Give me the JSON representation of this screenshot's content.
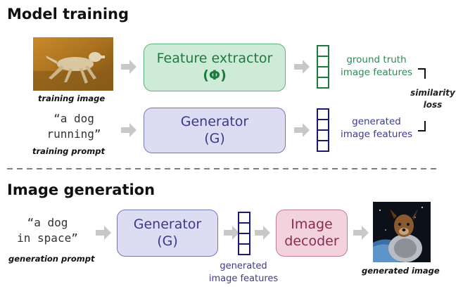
{
  "training": {
    "title": "Model training",
    "image_caption": "training image",
    "prompt_line1": "“a dog",
    "prompt_line2": "running”",
    "prompt_caption": "training prompt",
    "extractor_line1": "Feature extractor",
    "extractor_line2": "(Φ)",
    "generator_line1": "Generator",
    "generator_line2": "(G)",
    "gt_features_line1": "ground truth",
    "gt_features_line2": "image features",
    "gen_features_line1": "generated",
    "gen_features_line2": "image features",
    "similarity_line1": "similarity",
    "similarity_line2": "loss"
  },
  "generation": {
    "title": "Image generation",
    "prompt_line1": "“a dog",
    "prompt_line2": "in space”",
    "prompt_caption": "generation prompt",
    "generator_line1": "Generator",
    "generator_line2": "(G)",
    "features_line1": "generated",
    "features_line2": "image features",
    "decoder_line1": "Image",
    "decoder_line2": "decoder",
    "image_caption": "generated image"
  },
  "colors": {
    "green": "#5bb27a",
    "purple": "#7777b3",
    "pink": "#c27a96",
    "navy": "#1a1a6e",
    "arrow": "#c8c8c8"
  }
}
